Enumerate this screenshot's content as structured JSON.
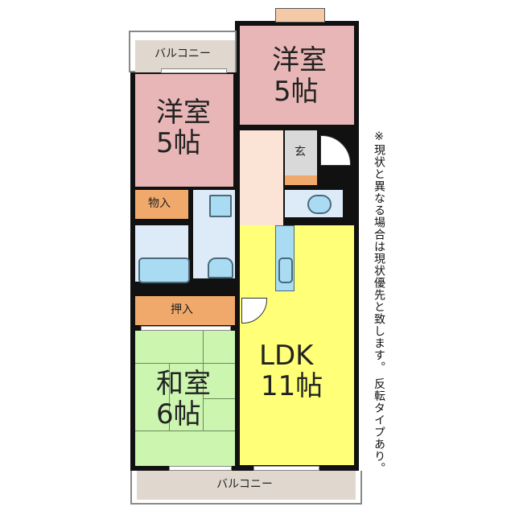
{
  "rooms": {
    "balcony_top": "バルコニー",
    "western_room_1": {
      "name": "洋室",
      "size": "5帖"
    },
    "western_room_2": {
      "name": "洋室",
      "size": "5帖"
    },
    "entrance": "玄",
    "storage": "物入",
    "closet": "押入",
    "japanese_room": {
      "name": "和室",
      "size": "6帖"
    },
    "ldk": {
      "name": "LDK",
      "size": "11帖"
    },
    "balcony_bottom": "バルコニー"
  },
  "note": "※現状と異なる場合は現状優先と致します。 反転タイプあり。",
  "colors": {
    "western": "#e8b6b6",
    "hall": "#fbe4d5",
    "wet": "#dcebf7",
    "storage": "#f0a96a",
    "tatami": "#ccf5b0",
    "ldk": "#ffff78",
    "balcony": "#e0d8cf",
    "entrance": "#d9d9d9"
  }
}
